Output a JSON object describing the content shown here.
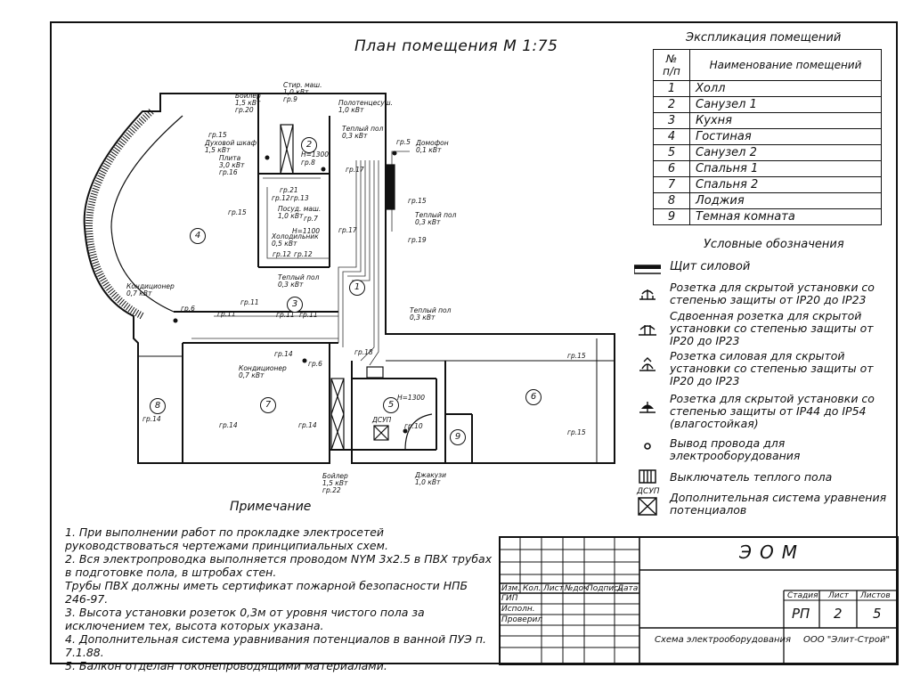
{
  "drawing": {
    "title": "План помещения М 1:75"
  },
  "explication": {
    "title": "Экспликация помещений",
    "header_no": "№ п/п",
    "header_name": "Наименование помещений",
    "rows": [
      {
        "n": "1",
        "name": "Холл"
      },
      {
        "n": "2",
        "name": "Санузел 1"
      },
      {
        "n": "3",
        "name": "Кухня"
      },
      {
        "n": "4",
        "name": "Гостиная"
      },
      {
        "n": "5",
        "name": "Санузел 2"
      },
      {
        "n": "6",
        "name": "Спальня 1"
      },
      {
        "n": "7",
        "name": "Спальня 2"
      },
      {
        "n": "8",
        "name": "Лоджия"
      },
      {
        "n": "9",
        "name": "Темная комната"
      }
    ]
  },
  "legend": {
    "title": "Условные обозначения",
    "items": [
      {
        "text": "Щит силовой",
        "icon": "power-panel-icon"
      },
      {
        "text": "Розетка для скрытой установки со степенью защиты от IP20 до IP23",
        "icon": "socket-icon"
      },
      {
        "text": "Сдвоенная розетка для скрытой установки со степенью защиты от IP20 до IP23",
        "icon": "double-socket-icon"
      },
      {
        "text": "Розетка силовая для скрытой установки со степенью защиты от IP20 до IP23",
        "icon": "power-socket-icon"
      },
      {
        "text": "Розетка для скрытой установки со степенью защиты от IP44 до IP54 (влагостойкая)",
        "icon": "waterproof-socket-icon"
      },
      {
        "text": "Вывод провода для электрооборудования",
        "icon": "wire-outlet-icon"
      },
      {
        "text": "Выключатель теплого пола",
        "icon": "floor-heating-switch-icon"
      },
      {
        "text": "Дополнительная система уравнения потенциалов",
        "icon": "potential-equalization-icon",
        "symbol_label": "ДСУП"
      }
    ]
  },
  "notes": {
    "title": "Примечание",
    "items": [
      "1. При выполнении работ по прокладке электросетей руководствоваться чертежами принципиальных схем.",
      "2. Вся электропроводка выполняется проводом NYM 3x2.5 в ПВХ трубах в подготовке пола, в штробах стен.",
      "Трубы ПВХ должны иметь сертификат пожарной безопасности НПБ 246-97.",
      "3. Высота установки розеток 0,3м от уровня чистого пола за исключением тех, высота которых указана.",
      "4. Дополнительная система уравнивания потенциалов в ванной ПУЭ п. 7.1.88.",
      "5. Балкон отделан токонепроводящими материалами."
    ]
  },
  "title_block": {
    "code": "ЭОМ",
    "cols": [
      "Изм.",
      "Кол.",
      "Лист",
      "№док",
      "Подпись",
      "Дата"
    ],
    "rows": [
      "ГИП",
      "Исполн.",
      "Проверил"
    ],
    "stage_label": "Стадия",
    "sheet_label": "Лист",
    "sheets_label": "Листов",
    "stage": "РП",
    "sheet": "2",
    "sheets": "5",
    "doc_name": "Схема электрооборудования",
    "company": "ООО \"Элит-Строй\""
  },
  "plan": {
    "rooms": [
      "1",
      "2",
      "3",
      "4",
      "5",
      "6",
      "7",
      "8",
      "9"
    ],
    "labels": {
      "boiler1": "Бойлер\n1,5 кВт\nгр.20",
      "washer": "Стир. маш.\n1,0 кВт\nгр.9",
      "dryer": "Полотенцесуш.\n1,0 кВт",
      "heat1": "Теплый пол\n0,3 кВт",
      "intercom": "Домофон\n0,1 кВт",
      "oven": "Духовой шкаф\n1,5 кВт",
      "stove": "Плита\n3,0 кВт\nгр.16",
      "dish": "Посуд. маш.\n1,0 кВт",
      "fridge": "Холодильник\n0,5 кВт",
      "heat2": "Теплый пол\n0,3 кВт",
      "heat3": "Теплый пол\n0,3 кВт",
      "heat4": "Теплый пол\n0,3 кВт",
      "cond1": "Кондиционер\n0,7 кВт",
      "cond2": "Кондиционер\n0,7 кВт",
      "boiler2": "Бойлер\n1,5 кВт\nгр.22",
      "jacuzzi": "Джакузи\n1,0 кВт",
      "h1300a": "H=1300",
      "h1100": "H=1100",
      "h1300b": "H=1300",
      "dsup": "ДСУП",
      "gr15a": "гр.15",
      "gr15b": "гр.15",
      "gr15c": "гр.15",
      "gr15d": "гр.15",
      "gr15e": "гр.15",
      "gr5": "гр.5",
      "gr8": "гр.8",
      "gr17a": "гр.17",
      "gr17b": "гр.17",
      "gr19": "гр.19",
      "gr21": "гр.21",
      "gr12a": "гр.12",
      "gr13": "гр.13",
      "gr7": "гр.7",
      "gr12b": "гр.12",
      "gr12c": "гр.12",
      "gr6a": "гр.6",
      "gr6b": "гр.6",
      "gr11a": "гр.11",
      "gr11b": "гр.11",
      "gr11c": "гр.11",
      "gr11d": "гр.11",
      "gr14a": "гр.14",
      "gr14b": "гр.14",
      "gr14c": "гр.14",
      "gr14d": "гр.14",
      "gr18": "гр.18",
      "gr10": "гр.10"
    }
  }
}
